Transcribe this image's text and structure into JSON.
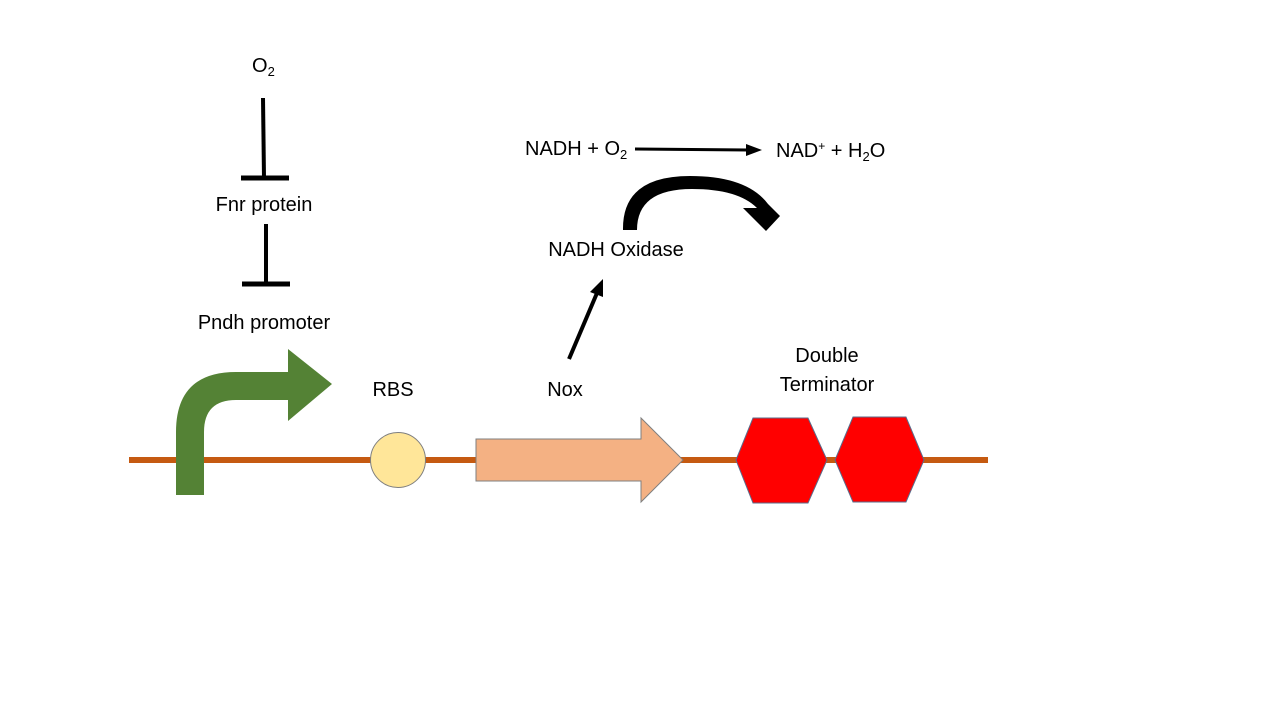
{
  "colors": {
    "backbone": "#c55a11",
    "promoter": "#548235",
    "rbs_fill": "#ffe699",
    "rbs_stroke": "#7f7f7f",
    "cds_fill": "#f4b183",
    "cds_stroke": "#7f7f7f",
    "terminator_fill": "#ff0000",
    "terminator_stroke": "#5b6b8a",
    "line": "#000000"
  },
  "labels": {
    "o2": {
      "base": "O",
      "sub": "2"
    },
    "fnr": "Fnr protein",
    "promoter": "Pndh promoter",
    "rbs": "RBS",
    "nox": "Nox",
    "oxidase": "NADH Oxidase",
    "terminator_line1": "Double",
    "terminator_line2": "Terminator",
    "reaction_left": {
      "base": "NADH + O",
      "sub": "2"
    },
    "reaction_right": {
      "a": "NAD",
      "sup": "+",
      "b": " + H",
      "sub": "2",
      "c": "O"
    }
  }
}
